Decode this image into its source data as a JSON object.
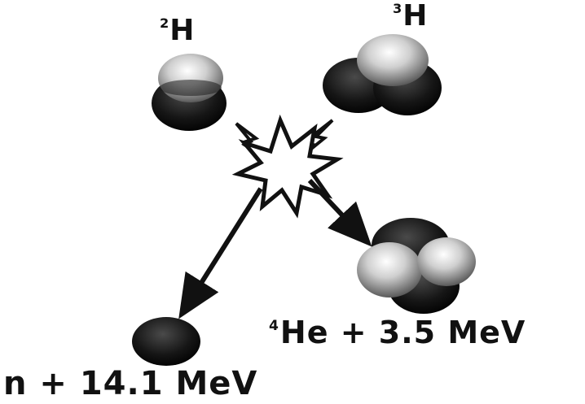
{
  "labels": {
    "deuterium": {
      "mass_number": "2",
      "symbol": "H"
    },
    "tritium": {
      "mass_number": "3",
      "symbol": "H"
    },
    "helium_product": {
      "mass_number": "4",
      "text": "He + 3.5 MeV"
    },
    "neutron_product": {
      "text": "n + 14.1 MeV"
    }
  },
  "colors": {
    "nucleon_dark": "#0b0b0b",
    "nucleon_light": "#d6d6d6",
    "star_fill": "#ffffff",
    "arrow": "#111111"
  }
}
